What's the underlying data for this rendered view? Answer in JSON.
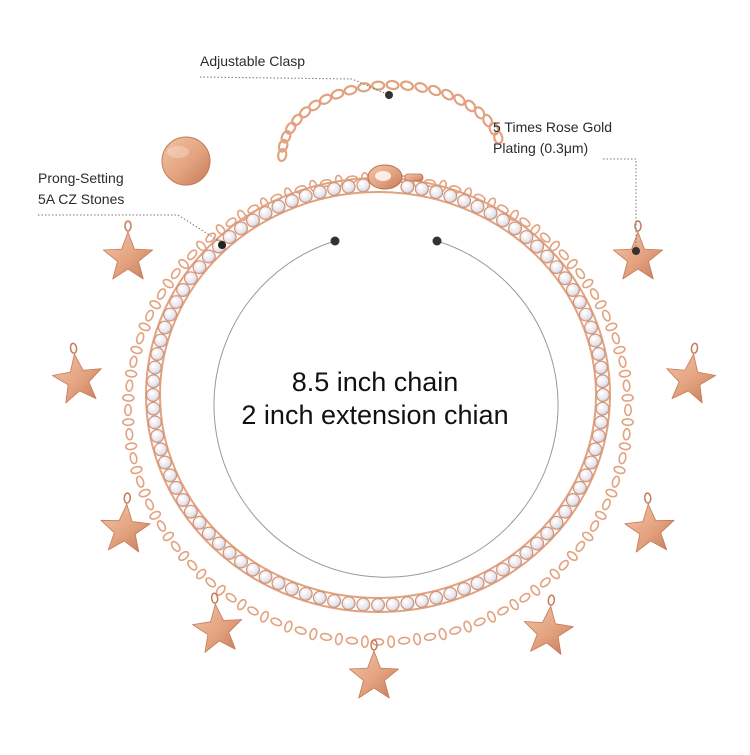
{
  "callouts": {
    "clasp": "Adjustable Clasp",
    "prong_line1": "Prong-Setting",
    "prong_line2": "5A CZ Stones",
    "plating_line1": "5 Times Rose Gold",
    "plating_line2": "Plating (0.3μm)"
  },
  "center": {
    "line1": "8.5 inch chain",
    "line2": "2 inch extension chian"
  },
  "colors": {
    "rose_gold": "#E3A27F",
    "rose_gold_dark": "#C57A58",
    "stone": "#EDEBF1",
    "guide_line": "#8a8a8a",
    "dot": "#333333"
  }
}
